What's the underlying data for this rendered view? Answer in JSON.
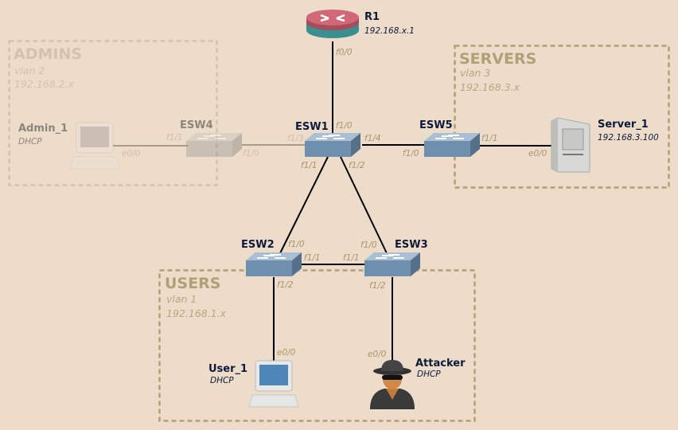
{
  "zones": [
    {
      "title": "ADMINS",
      "vlan": "vlan 2",
      "subnet": "192.168.2.x",
      "faded": true
    },
    {
      "title": "SERVERS",
      "vlan": "vlan 3",
      "subnet": "192.168.3.x"
    },
    {
      "title": "USERS",
      "vlan": "vlan 1",
      "subnet": "192.168.1.x"
    }
  ],
  "nodes": {
    "r1": {
      "name": "R1",
      "ip": "192.168.x.1",
      "icon": "router-icon"
    },
    "esw1": {
      "name": "ESW1",
      "icon": "switch-icon"
    },
    "esw2": {
      "name": "ESW2",
      "icon": "switch-icon"
    },
    "esw3": {
      "name": "ESW3",
      "icon": "switch-icon"
    },
    "esw4": {
      "name": "ESW4",
      "icon": "switch-icon",
      "faded": true
    },
    "esw5": {
      "name": "ESW5",
      "icon": "switch-icon"
    },
    "admin1": {
      "name": "Admin_1",
      "ip": "DHCP",
      "icon": "computer-icon",
      "faded": true
    },
    "server1": {
      "name": "Server_1",
      "ip": "192.168.3.100",
      "icon": "server-icon"
    },
    "user1": {
      "name": "User_1",
      "ip": "DHCP",
      "icon": "computer-icon"
    },
    "attacker": {
      "name": "Attacker",
      "ip": "DHCP",
      "icon": "spy-icon"
    }
  },
  "ports": {
    "r1_f00": "f0/0",
    "esw1_f10": "f1/0",
    "esw1_f13": "f1/3",
    "esw1_f14": "f1/4",
    "esw1_f11": "f1/1",
    "esw1_f12": "f1/2",
    "esw4_f11": "f1/1",
    "esw4_f10": "f1/0",
    "admin1_e00": "e0/0",
    "esw5_f10": "f1/0",
    "esw5_f11": "f1/1",
    "server1_e00": "e0/0",
    "esw2_f10": "f1/0",
    "esw2_f11": "f1/1",
    "esw2_f12": "f1/2",
    "esw3_f10": "f1/0",
    "esw3_f11": "f1/1",
    "esw3_f12": "f1/2",
    "user1_e00": "e0/0",
    "attacker_e00": "e0/0"
  },
  "colors": {
    "background": "#ecdcc9",
    "zone": "#b39f76",
    "label": "#0d1a3a",
    "port": "#a8956e",
    "switch": "#6f8fae",
    "router_top": "#c85a6a",
    "router_base": "#3a9090"
  }
}
